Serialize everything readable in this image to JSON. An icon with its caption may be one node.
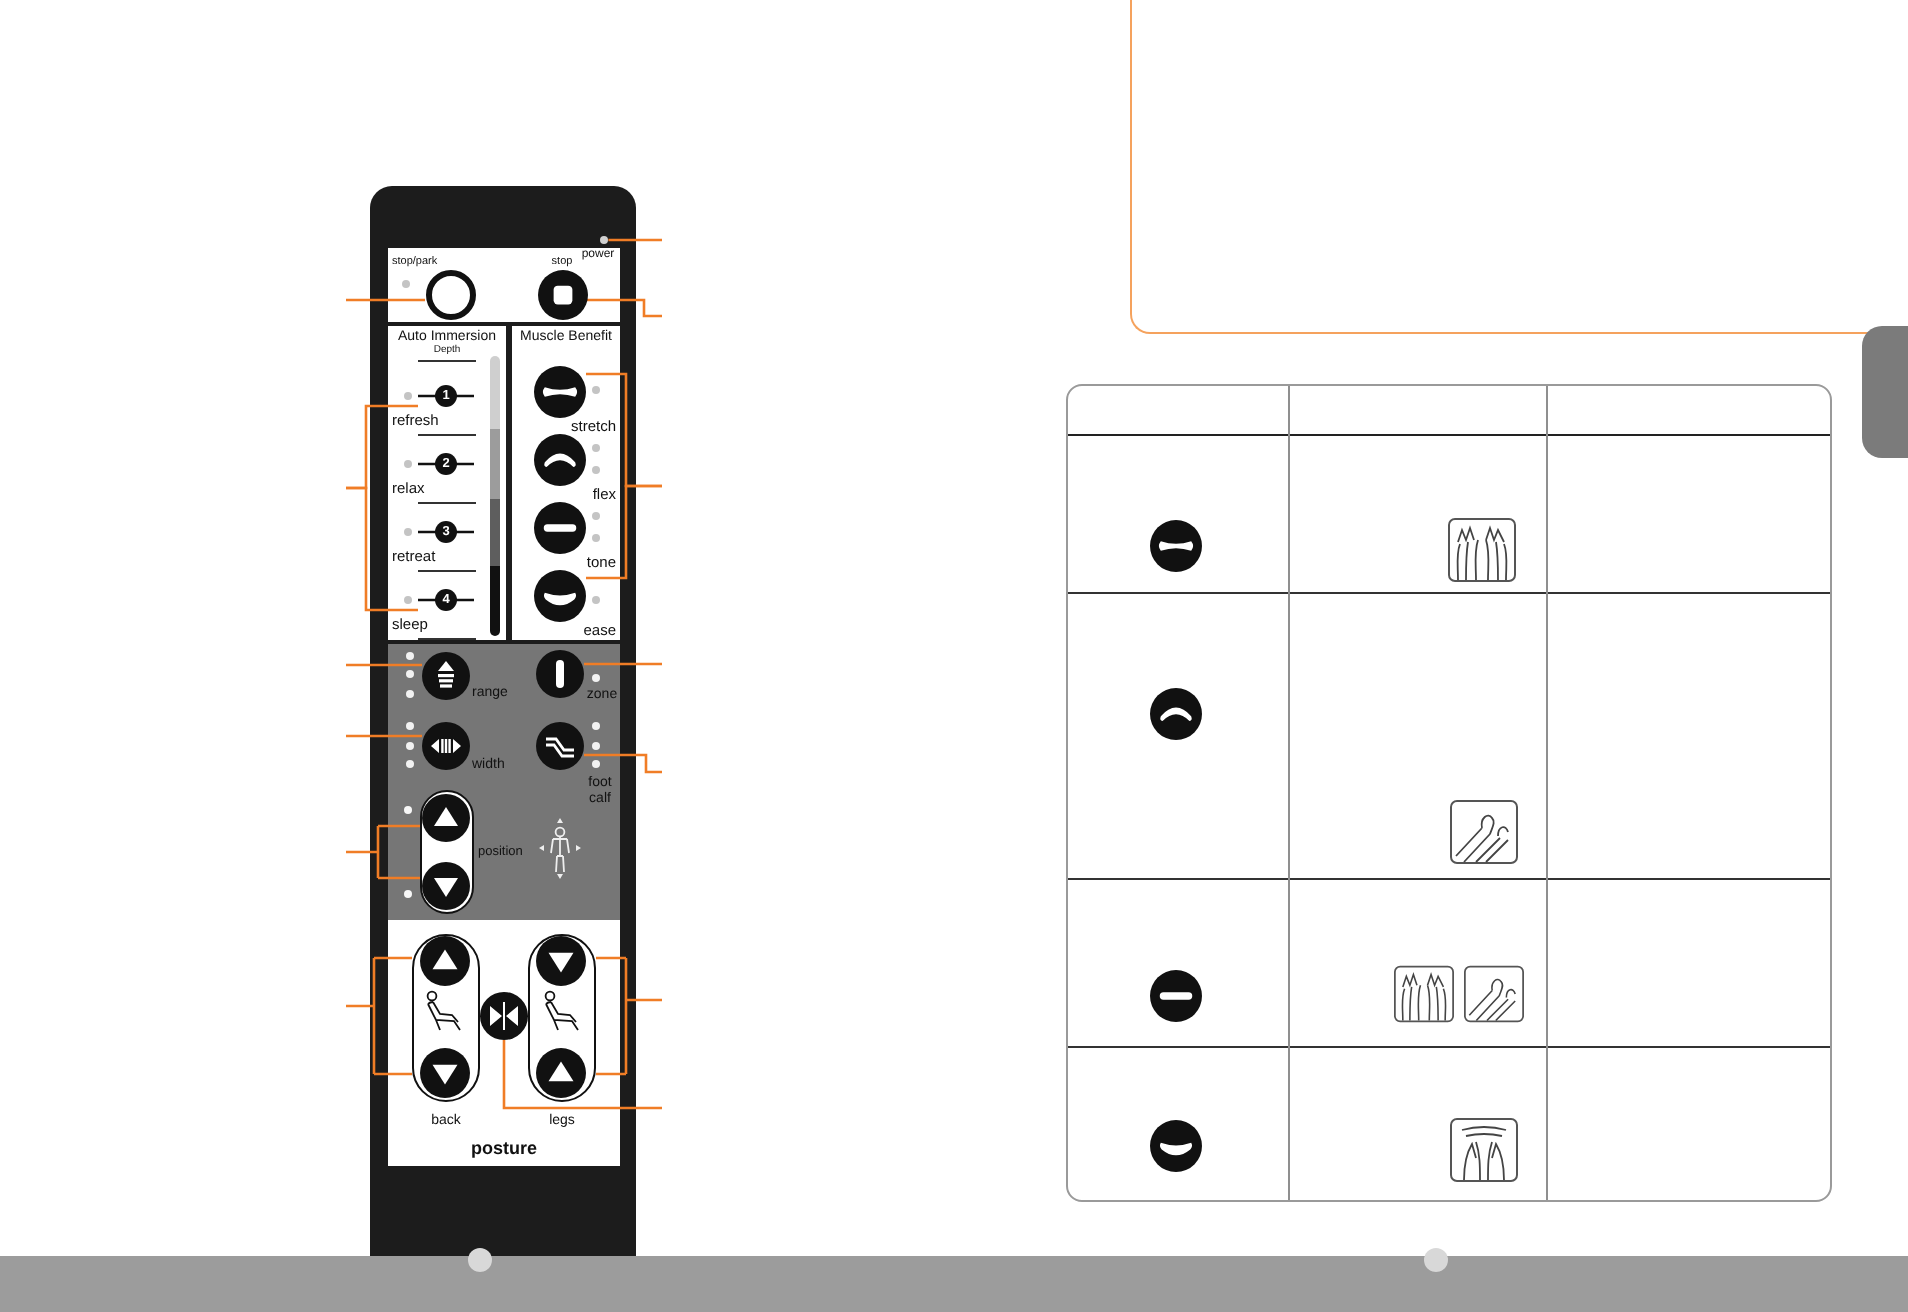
{
  "diagram": {
    "nodes": [
      {
        "text": [],
        "shape": "circle",
        "beside": [
          "power"
        ]
      },
      {
        "text": [],
        "shape": "circle",
        "beside": [
          "stop/park"
        ]
      },
      {
        "text": [],
        "shape": "circle",
        "beside": [
          "stop"
        ]
      },
      {
        "text": [
          "1"
        ],
        "beside": [
          "refresh"
        ]
      },
      {
        "text": [
          "2"
        ],
        "beside": [
          "relax"
        ]
      },
      {
        "text": [
          "3"
        ],
        "beside": [
          "retreat"
        ]
      },
      {
        "text": [
          "4"
        ],
        "beside": [
          "sleep"
        ]
      },
      {
        "text": [],
        "shape": "circle",
        "beside": [
          "stretch"
        ]
      },
      {
        "text": [],
        "shape": "circle",
        "beside": [
          "flex"
        ]
      },
      {
        "text": [],
        "shape": "circle",
        "beside": [
          "tone"
        ]
      },
      {
        "text": [],
        "shape": "circle",
        "beside": [
          "ease"
        ]
      },
      {
        "text": [],
        "shape": "circle",
        "beside": [
          "range"
        ]
      },
      {
        "text": [],
        "shape": "circle",
        "beside": [
          "zone"
        ]
      },
      {
        "text": [],
        "shape": "circle",
        "beside": [
          "width"
        ]
      },
      {
        "text": [],
        "shape": "circle",
        "beside": [
          "foot calf"
        ]
      },
      {
        "text": [],
        "shape": "box",
        "beside": [
          "position"
        ]
      },
      {
        "text": [],
        "shape": "circle",
        "in": 15
      },
      {
        "text": [],
        "shape": "circle",
        "in": 15
      },
      {
        "text": [],
        "shape": "box",
        "beside": [
          "back"
        ]
      },
      {
        "text": [],
        "shape": "circle",
        "in": 18
      },
      {
        "text": [],
        "shape": "circle",
        "in": 18
      },
      {
        "text": [],
        "shape": "circle"
      },
      {
        "text": [],
        "shape": "box",
        "beside": [
          "legs"
        ]
      },
      {
        "text": [],
        "shape": "circle",
        "in": 22
      },
      {
        "text": [],
        "shape": "circle",
        "in": 22
      }
    ],
    "edges": [
      {
        "from": null,
        "to": 1,
        "arrow": "none"
      },
      {
        "from": null,
        "to": 3,
        "arrow": "none"
      },
      {
        "from": null,
        "to": 6,
        "arrow": "none"
      },
      {
        "from": null,
        "to": 11,
        "arrow": "none"
      },
      {
        "from": null,
        "to": 13,
        "arrow": "none"
      },
      {
        "from": null,
        "to": 15,
        "arrow": "none"
      },
      {
        "from": null,
        "to": 18,
        "arrow": "none"
      },
      {
        "from": null,
        "to": 0,
        "arrow": "none"
      },
      {
        "from": null,
        "to": 2,
        "arrow": "none"
      },
      {
        "from": null,
        "to": 7,
        "arrow": "none"
      },
      {
        "from": null,
        "to": 10,
        "arrow": "none"
      },
      {
        "from": null,
        "to": 12,
        "arrow": "none"
      },
      {
        "from": null,
        "to": 14,
        "arrow": "none"
      },
      {
        "from": null,
        "to": 22,
        "arrow": "none"
      },
      {
        "from": null,
        "to": 21,
        "arrow": "none"
      }
    ],
    "labels": [
      "Auto Immersion",
      "Depth",
      "Muscle Benefit",
      "posture"
    ]
  }
}
